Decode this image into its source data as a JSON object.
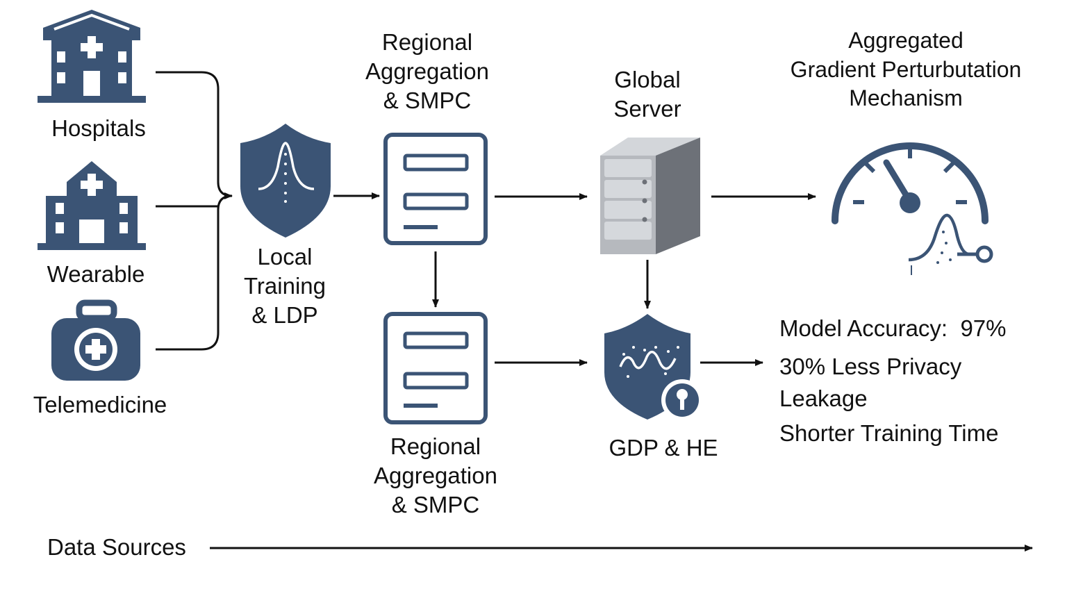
{
  "colors": {
    "navy": "#3b5475",
    "gray_light": "#c4c7cc",
    "gray_dark": "#6d7178",
    "arrow": "#111111"
  },
  "sources": {
    "hospitals": {
      "label": "Hospitals",
      "icon": "hospital-icon"
    },
    "wearable": {
      "label": "Wearable",
      "icon": "hospital-building-icon"
    },
    "telemedicine": {
      "label": "Telemedicine",
      "icon": "medical-kit-icon"
    }
  },
  "local_training": {
    "label_lines": [
      "Local",
      "Training",
      "& LDP"
    ],
    "icon": "shield-bell-curve-icon"
  },
  "regional_top": {
    "label_lines": [
      "Regional",
      "Aggregation",
      "& SMPC"
    ],
    "icon": "document-list-icon"
  },
  "regional_bottom": {
    "label_lines": [
      "Regional",
      "Aggregation",
      "& SMPC"
    ],
    "icon": "document-list-icon"
  },
  "global_server": {
    "label_lines": [
      "Global",
      "Server"
    ],
    "icon": "server-icon"
  },
  "gdp_he": {
    "label": "GDP & HE",
    "icon": "shield-key-icon"
  },
  "mechanism": {
    "label_lines": [
      "Aggregated",
      "Gradient Perturbutation",
      "Mechanism"
    ],
    "icon": "gauge-icon"
  },
  "results": {
    "accuracy": "Model Accuracy:  97%",
    "leakage_lines": [
      "30% Less Privacy",
      "Leakage"
    ],
    "training_time": "Shorter Training Time"
  },
  "timeline": {
    "label": "Data Sources"
  }
}
